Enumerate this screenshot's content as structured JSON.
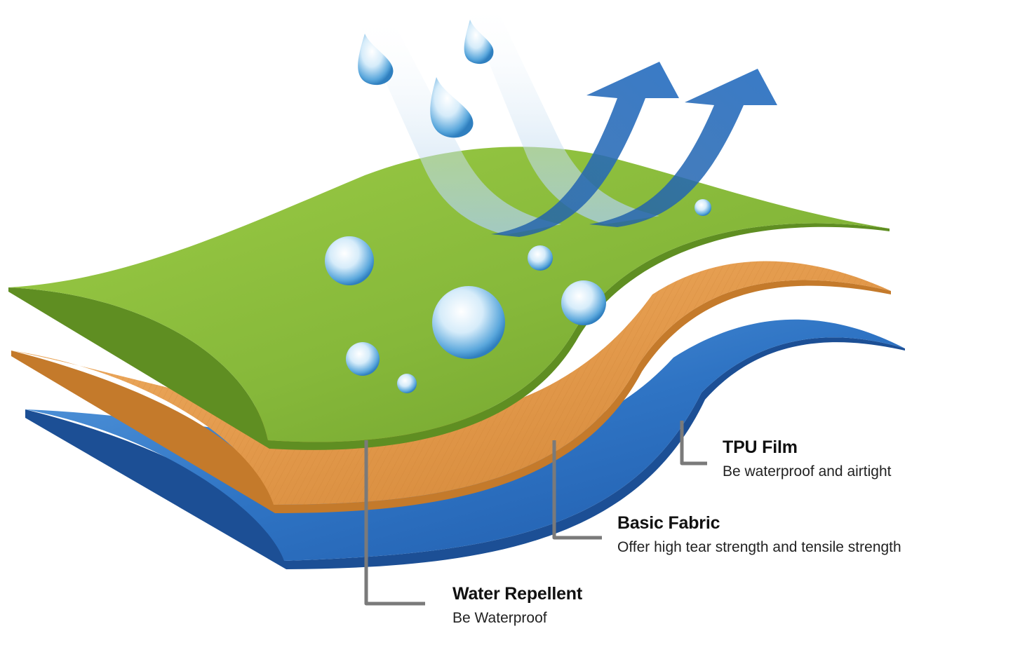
{
  "layers": [
    {
      "title": "TPU Film",
      "description": "Be waterproof and airtight",
      "color": "#2f6fc0"
    },
    {
      "title": "Basic Fabric",
      "description": "Offer high tear strength and tensile strength",
      "color": "#e39a4c"
    },
    {
      "title": "Water Repellent",
      "description": "Be Waterproof",
      "color": "#8cbd3c"
    }
  ],
  "colors": {
    "leader_line": "#7a7a7a",
    "arrow_in": "#a9cdea",
    "arrow_out": "#2d6db3",
    "droplet": "#5aa7dc"
  }
}
